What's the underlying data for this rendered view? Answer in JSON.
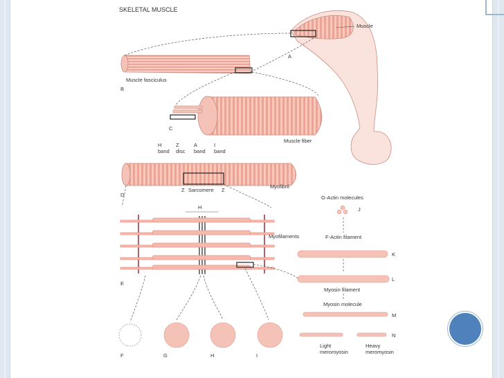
{
  "diagram": {
    "title": "SKELETAL MUSCLE",
    "labels": {
      "muscle": "Muscle",
      "A": "A",
      "muscle_fasciculus": "Muscle fasciculus",
      "B": "B",
      "C": "C",
      "muscle_fiber": "Muscle fiber",
      "h_band": "H\nband",
      "z_disc": "Z\ndisc",
      "a_band": "A\nband",
      "i_band": "I\nband",
      "D": "D",
      "z_left": "Z",
      "sarcomere": "Sarcomere",
      "z_right": "Z",
      "myofibril": "Myofibril",
      "H": "H",
      "myofilaments": "Myofilaments",
      "E": "E",
      "g_actin": "G-Actin molecules",
      "J": "J",
      "f_actin": "F-Actin filament",
      "K": "K",
      "myosin_filament": "Myosin filament",
      "L": "L",
      "myosin_molecule": "Myosin molecule",
      "M": "M",
      "light_mero": "Light\nmeromyosin",
      "heavy_mero": "Heavy\nmeromyosin",
      "N": "N",
      "F": "F",
      "G": "G",
      "H2": "H",
      "I": "I"
    }
  },
  "colors": {
    "muscle": "#f2b9ad",
    "muscle_dark": "#d98c80",
    "line": "#555555",
    "accent": "#4f81bd"
  }
}
